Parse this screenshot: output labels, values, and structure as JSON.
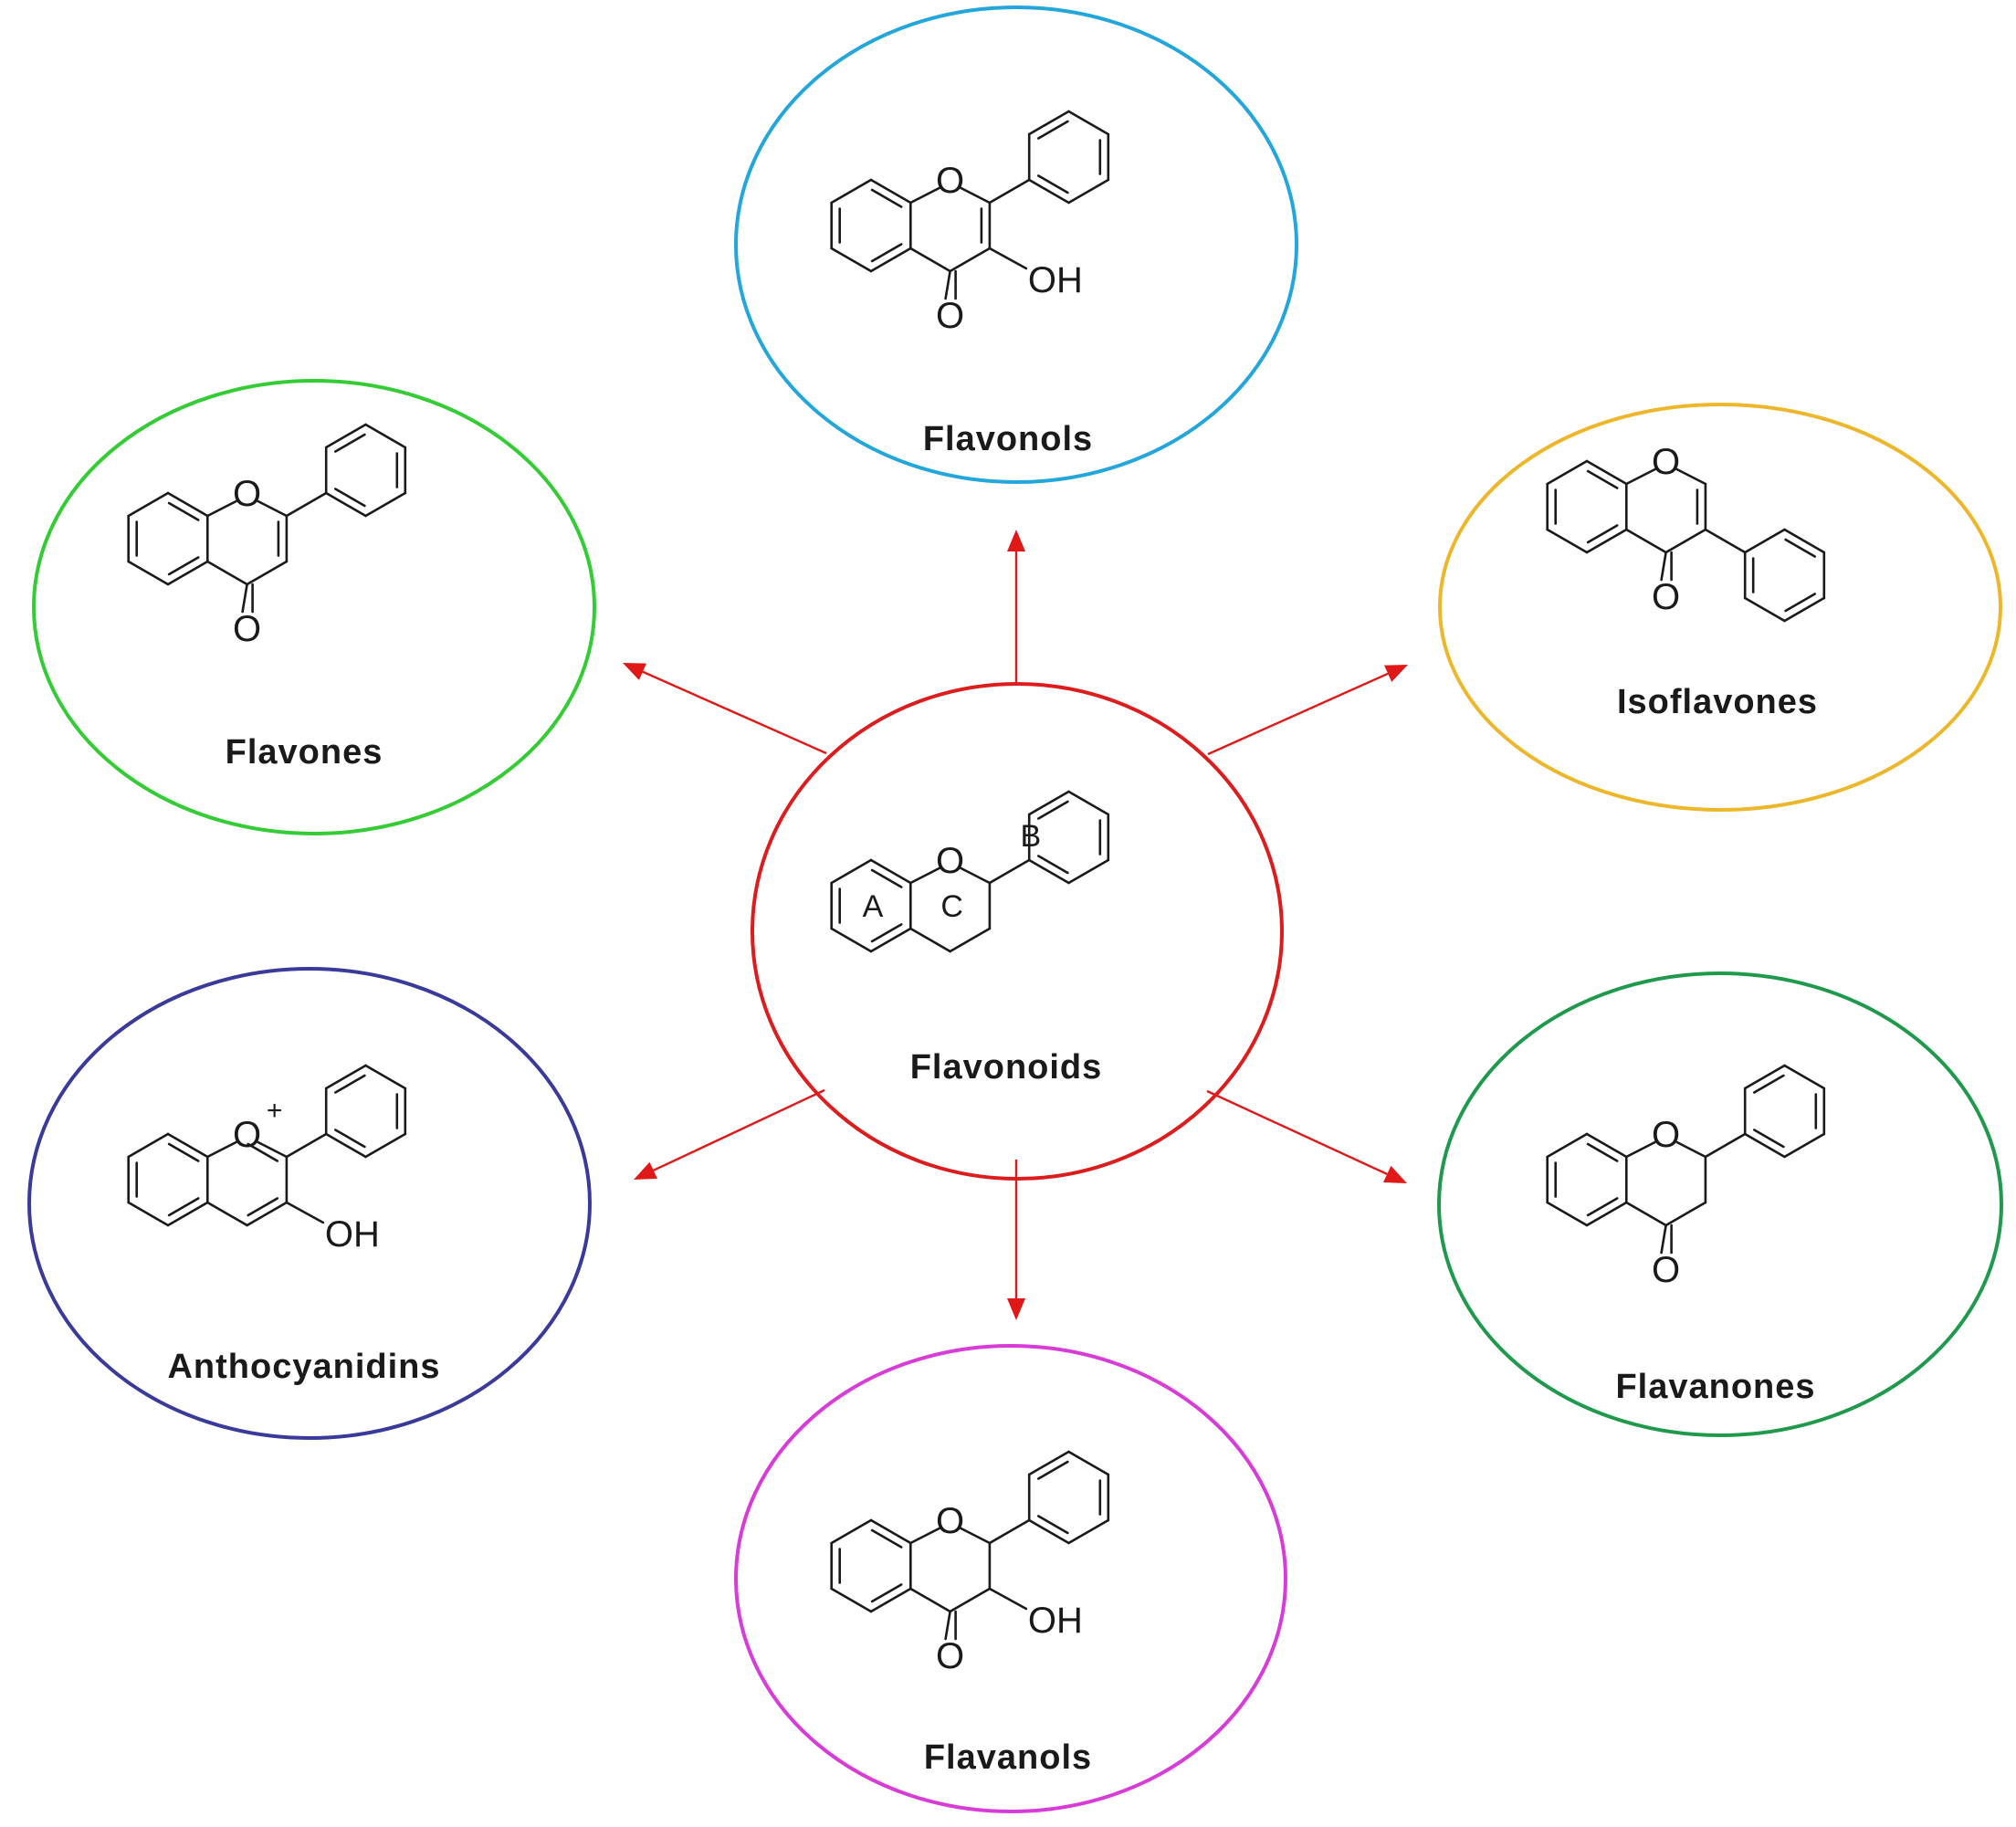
{
  "center": {
    "name": "Flavonoids",
    "color": "#dd1d1d",
    "ring_labels": {
      "a": "A",
      "b": "B",
      "c": "C"
    }
  },
  "classes": [
    {
      "id": "flavonols",
      "name": "Flavonols",
      "color": "#22a6dc"
    },
    {
      "id": "flavones",
      "name": "Flavones",
      "color": "#34cc34"
    },
    {
      "id": "isoflavones",
      "name": "Isoflavones",
      "color": "#eeb62a"
    },
    {
      "id": "anthocyanidins",
      "name": "Anthocyanidins",
      "color": "#3a3a9c"
    },
    {
      "id": "flavanones",
      "name": "Flavanones",
      "color": "#1f9a4c"
    },
    {
      "id": "flavanols",
      "name": "Flavanols",
      "color": "#d83cd8"
    }
  ],
  "atoms": {
    "oxygen": "O",
    "hydroxyl": "OH",
    "plus": "+"
  },
  "arrow_color": "#e01818"
}
